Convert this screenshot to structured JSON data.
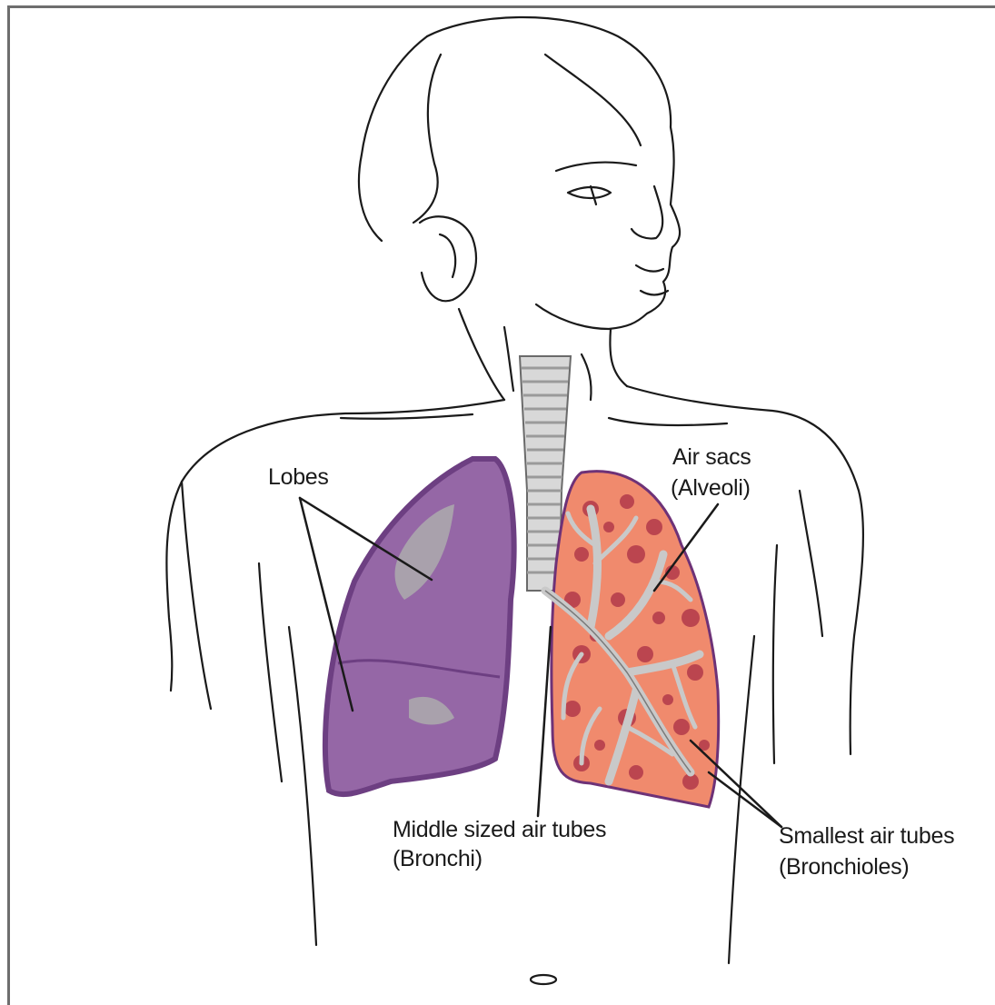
{
  "labels": {
    "lobes": "Lobes",
    "air_sacs": "Air sacs",
    "alveoli": "(Alveoli)",
    "middle_tubes": "Middle sized air tubes",
    "bronchi": "(Bronchi)",
    "smallest_tubes": "Smallest air tubes",
    "bronchioles": "(Bronchioles)"
  },
  "colors": {
    "outline": "#1a1a1a",
    "lung_left_fill": "#9567a6",
    "lung_left_edge": "#6d3f82",
    "lung_highlight": "#a9a1ac",
    "lung_right_fill": "#f08a6d",
    "lung_right_edge": "#6e3277",
    "alveoli_dots": "#b23a4a",
    "airway_fill": "#c9c9c9",
    "frame": "#6e6e6e"
  }
}
